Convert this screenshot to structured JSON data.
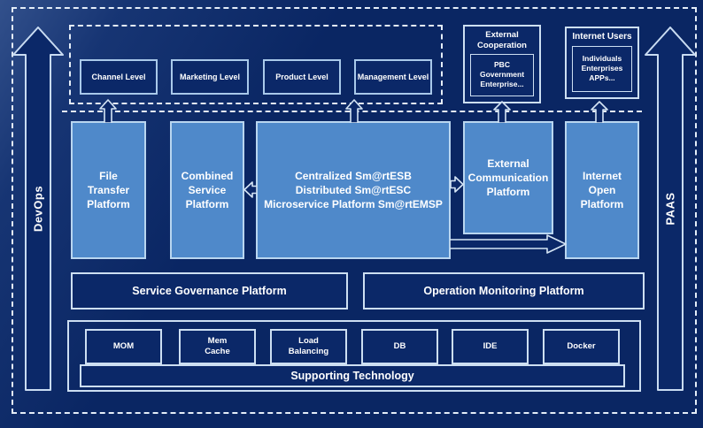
{
  "colors": {
    "background": "#0a2663",
    "platform_blue": "#4f89ca",
    "box_navy": "#0b2868",
    "border_light": "#b9d6f0",
    "border_white": "#cddff2",
    "dashed_line": "#e4edf8",
    "text": "#ffffff"
  },
  "left_rail": {
    "label": "DevOps"
  },
  "right_rail": {
    "label": "PAAS"
  },
  "top_levels": {
    "items": [
      {
        "label": "Channel Level"
      },
      {
        "label": "Marketing Level"
      },
      {
        "label": "Product Level"
      },
      {
        "label": "Management Level"
      }
    ]
  },
  "external_cooperation": {
    "title": "External\nCooperation",
    "inner": "PBC Government\nEnterprise..."
  },
  "internet_users": {
    "title": "Internet Users",
    "inner": "Individuals\nEnterprises\nAPPs..."
  },
  "platforms": {
    "file_transfer": "File\nTransfer\nPlatform",
    "combined_service": "Combined\nService\nPlatform",
    "esb_lines": [
      "Centralized Sm@rtESB",
      "Distributed Sm@rtESC",
      "Microservice Platform Sm@rtEMSP"
    ],
    "external_communication": "External\nCommunication\nPlatform",
    "internet_open": "Internet\nOpen\nPlatform"
  },
  "governance": {
    "service": "Service Governance Platform",
    "operation": "Operation Monitoring Platform"
  },
  "technology": {
    "items": [
      "MOM",
      "Mem\nCache",
      "Load\nBalancing",
      "DB",
      "IDE",
      "Docker"
    ],
    "supporting": "Supporting Technology"
  }
}
